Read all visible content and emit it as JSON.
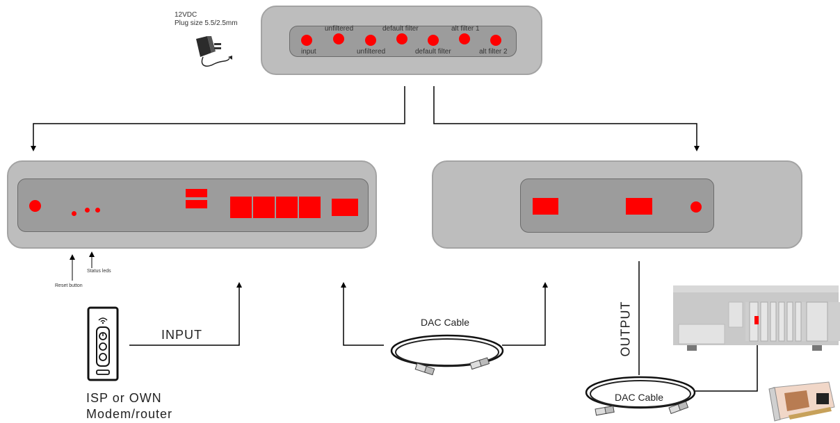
{
  "power": {
    "line1": "12VDC",
    "line2": "Plug size 5.5/2.5mm"
  },
  "switch_leds": [
    {
      "label": "input"
    },
    {
      "label": "unfiltered"
    },
    {
      "label": "unfiltered"
    },
    {
      "label": "default filter"
    },
    {
      "label": "default filter"
    },
    {
      "label": "alt filter 1"
    },
    {
      "label": "alt filter 2"
    }
  ],
  "router_annotations": {
    "status": "Status leds",
    "reset": "Reset button"
  },
  "input_label": "INPUT",
  "modem_caption": {
    "line1": "ISP or OWN",
    "line2": "Modem/router"
  },
  "dac_cable_1": "DAC Cable",
  "output_label": "OUTPUT",
  "dac_cable_2": "DAC Cable",
  "colors": {
    "accent": "#ff0000",
    "device_body": "#bdbdbd",
    "device_panel": "#9c9c9c",
    "line": "#000000"
  }
}
